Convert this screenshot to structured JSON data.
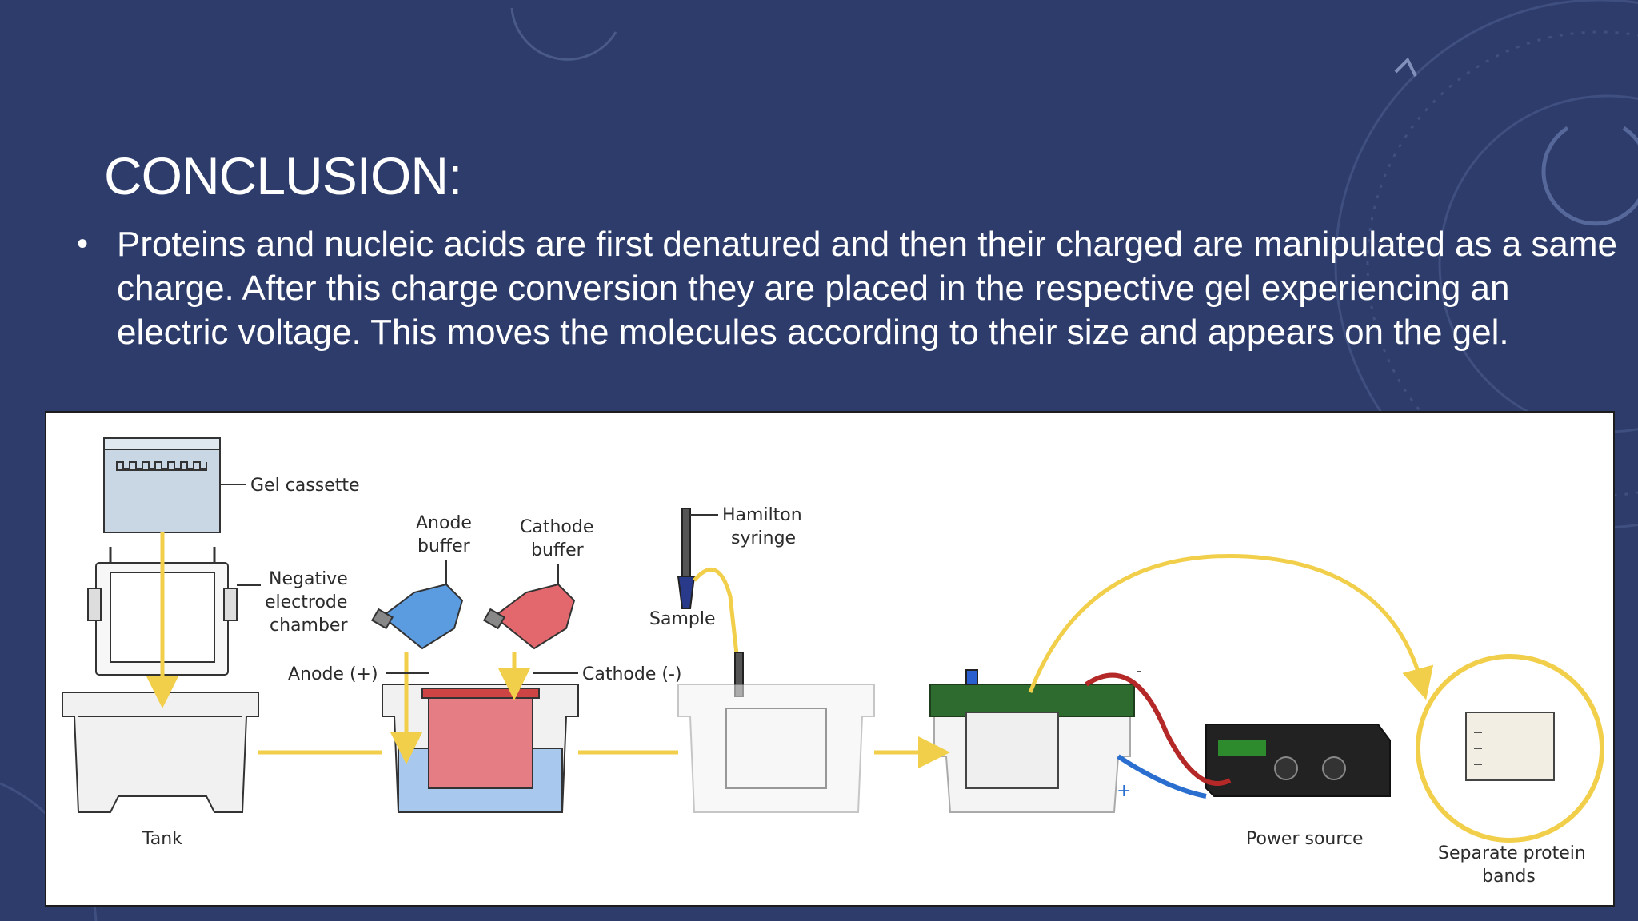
{
  "slide": {
    "title": "CONCLUSION:",
    "bullet_symbol": "•",
    "bullet_text": "Proteins and nucleic acids are first denatured and then their charged are manipulated as a same charge. After this charge conversion they are placed in the respective gel experiencing an electric voltage. This moves the molecules according to their size and appears on the gel."
  },
  "diagram": {
    "labels": {
      "gel_cassette": "Gel cassette",
      "negative_electrode_1": "Negative",
      "negative_electrode_2": "electrode",
      "negative_electrode_3": "chamber",
      "anode_buffer_1": "Anode",
      "anode_buffer_2": "buffer",
      "cathode_buffer_1": "Cathode",
      "cathode_buffer_2": "buffer",
      "hamilton_1": "Hamilton",
      "hamilton_2": "syringe",
      "sample": "Sample",
      "anode": "Anode (+)",
      "cathode": "Cathode (-)",
      "tank": "Tank",
      "power_source": "Power source",
      "separate_1": "Separate protein",
      "separate_2": "bands",
      "plus": "+",
      "minus": "-"
    },
    "colors": {
      "arrow": "#f2cf4a",
      "anode_buffer": "#5b9be0",
      "cathode_buffer": "#e2686e",
      "lid": "#2e6b2e",
      "background": "#2d3c6b"
    }
  }
}
